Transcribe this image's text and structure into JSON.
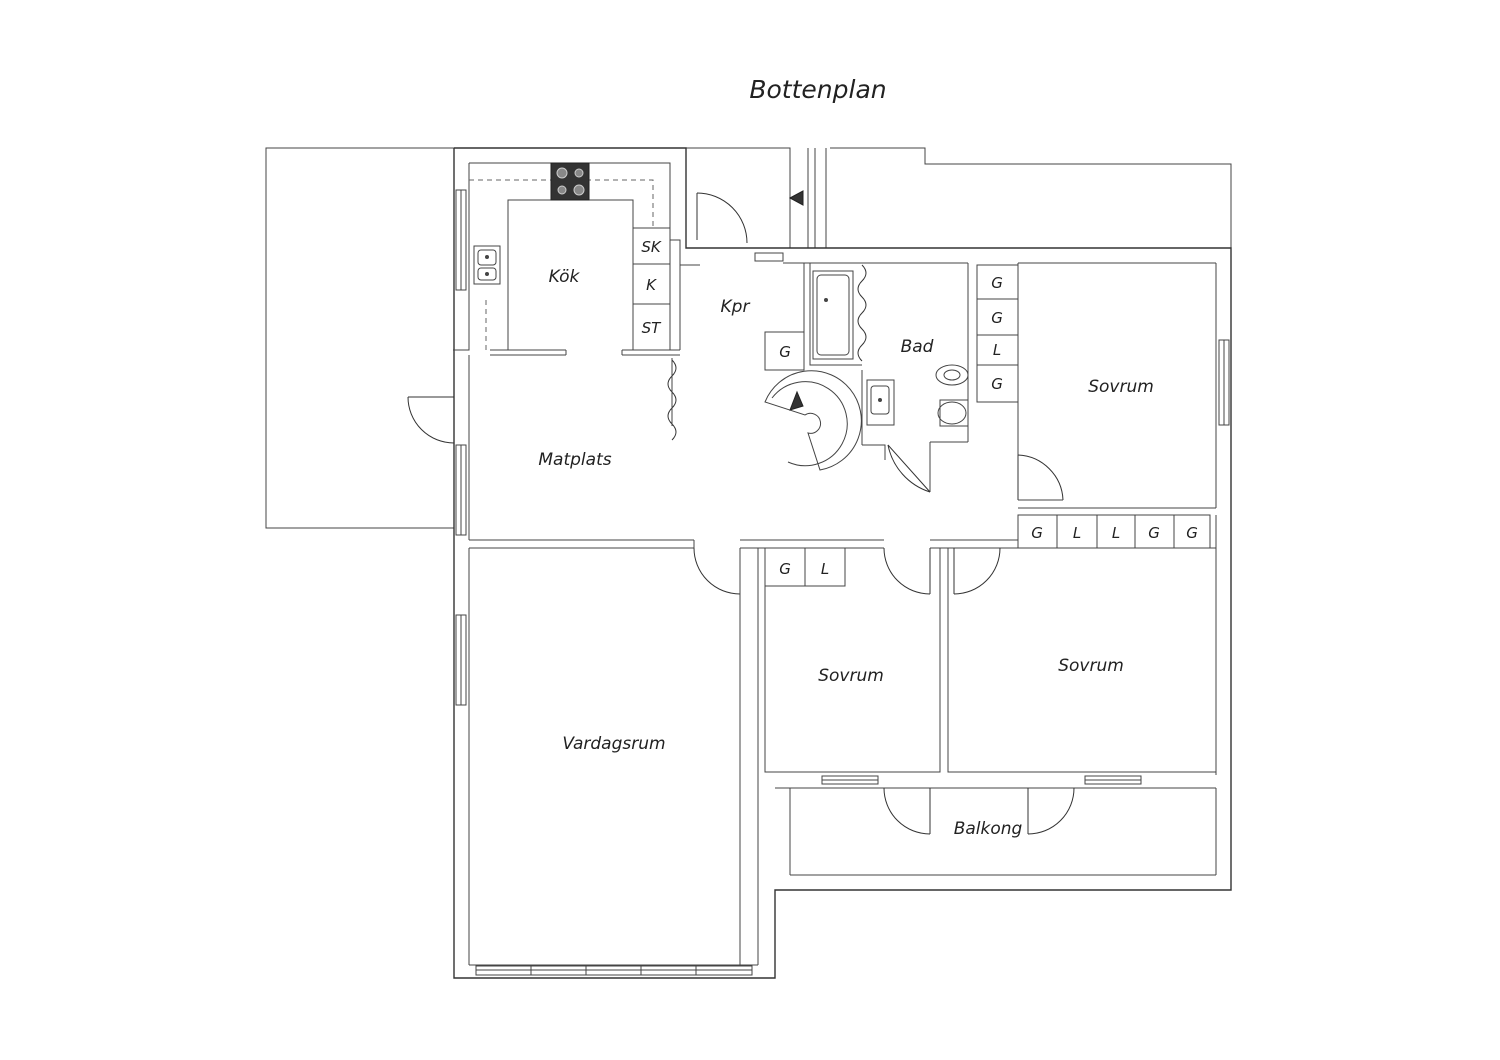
{
  "title": "Bottenplan",
  "rooms": {
    "kok": "Kök",
    "kpr": "Kpr",
    "bad": "Bad",
    "matplats": "Matplats",
    "sovrum_1": "Sovrum",
    "sovrum_2": "Sovrum",
    "sovrum_3": "Sovrum",
    "vardagsrum": "Vardagsrum",
    "balkong": "Balkong"
  },
  "kitchen_units": [
    "SK",
    "K",
    "ST"
  ],
  "closets": {
    "hall": "G",
    "bath_side": [
      "G",
      "G",
      "L",
      "G"
    ],
    "bedroom_row": [
      "G",
      "L",
      "L",
      "G",
      "G"
    ],
    "small_bedroom": [
      "G",
      "L"
    ]
  }
}
